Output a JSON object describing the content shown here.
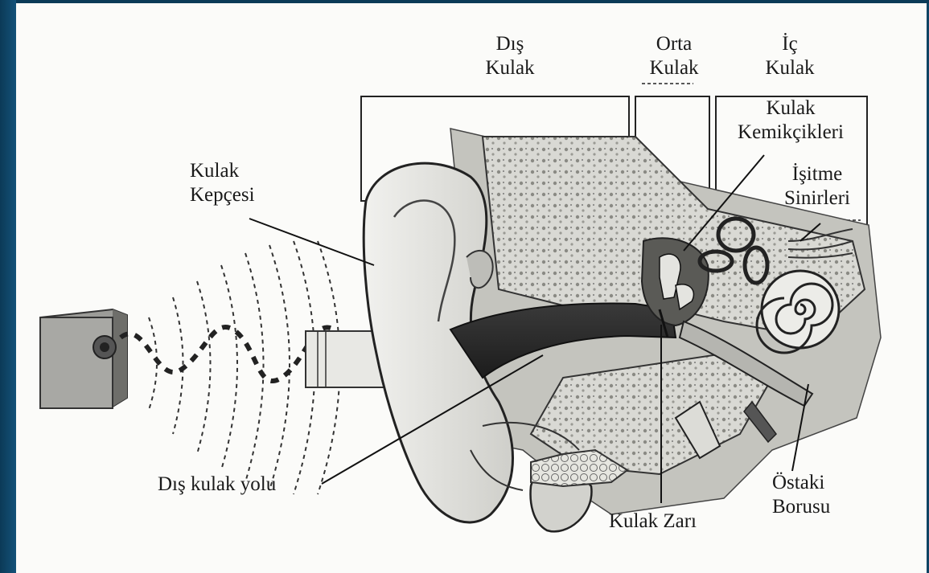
{
  "frame": {
    "bg_color": "#0f4464",
    "paper_color": "#fbfbf9",
    "ink_color": "#1a1a1a"
  },
  "labels": {
    "dis_kulak": [
      "Dış",
      "Kulak"
    ],
    "orta_kulak": [
      "Orta",
      "Kulak"
    ],
    "ic_kulak": [
      "İç",
      "Kulak"
    ],
    "kulak_kemikcikleri": [
      "Kulak",
      "Kemikçikleri"
    ],
    "isitme_sinirleri": [
      "İşitme",
      "Sinirleri"
    ],
    "kulak_kepcesi": [
      "Kulak",
      "Kepçesi"
    ],
    "dis_kulak_yolu": "Dış kulak yolu",
    "kulak_zari": "Kulak Zarı",
    "ostaki_borusu": [
      "Östaki",
      "Borusu"
    ]
  },
  "icons": [
    "speaker-icon",
    "sound-wave-icon",
    "arrow-icon",
    "ear-icon",
    "cochlea-icon"
  ]
}
